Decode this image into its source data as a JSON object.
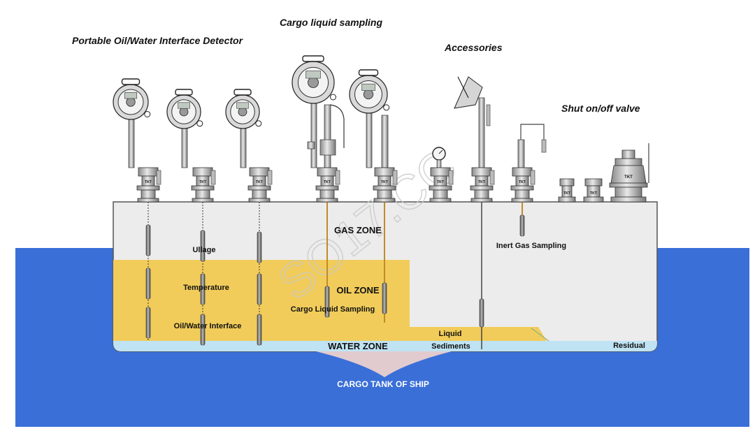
{
  "categories": {
    "detector": "Portable Oil/Water Interface Detector",
    "sampling": "Cargo liquid sampling",
    "accessories": "Accessories",
    "valve": "Shut on/off valve"
  },
  "zones": {
    "gas": "GAS ZONE",
    "oil": "OIL ZONE",
    "water": "WATER ZONE"
  },
  "labels": {
    "ullage": "Ullage",
    "temperature": "Temperature",
    "interface": "Oil/Water Interface",
    "cargo_sampling": "Cargo Liquid Sampling",
    "inert_gas": "Inert Gas Sampling",
    "liquid": "Liquid",
    "sediments": "Sediments",
    "residual": "Residual"
  },
  "caption": "CARGO TANK OF SHIP",
  "watermark": "SO17.CC",
  "valve_brand": "TKT",
  "colors": {
    "sea": "#3a6fd8",
    "tank": "#ececec",
    "oil": "#f1cc5a",
    "water": "#bfe3f3",
    "keel": "#e2cbcf"
  }
}
